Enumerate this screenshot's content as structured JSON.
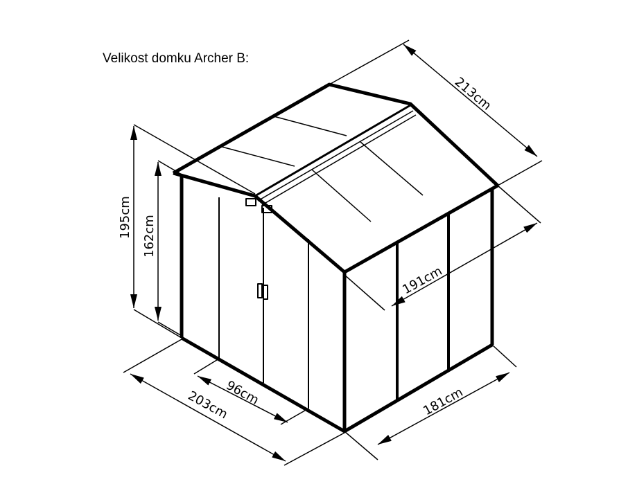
{
  "title": "Velikost domku Archer B:",
  "dimensions": {
    "total_height": "195cm",
    "wall_height": "162cm",
    "roof_depth": "213cm",
    "wall_depth": "191cm",
    "side_width": "181cm",
    "front_width": "203cm",
    "door_width": "96cm"
  },
  "colors": {
    "line": "#000000",
    "background": "#ffffff"
  }
}
